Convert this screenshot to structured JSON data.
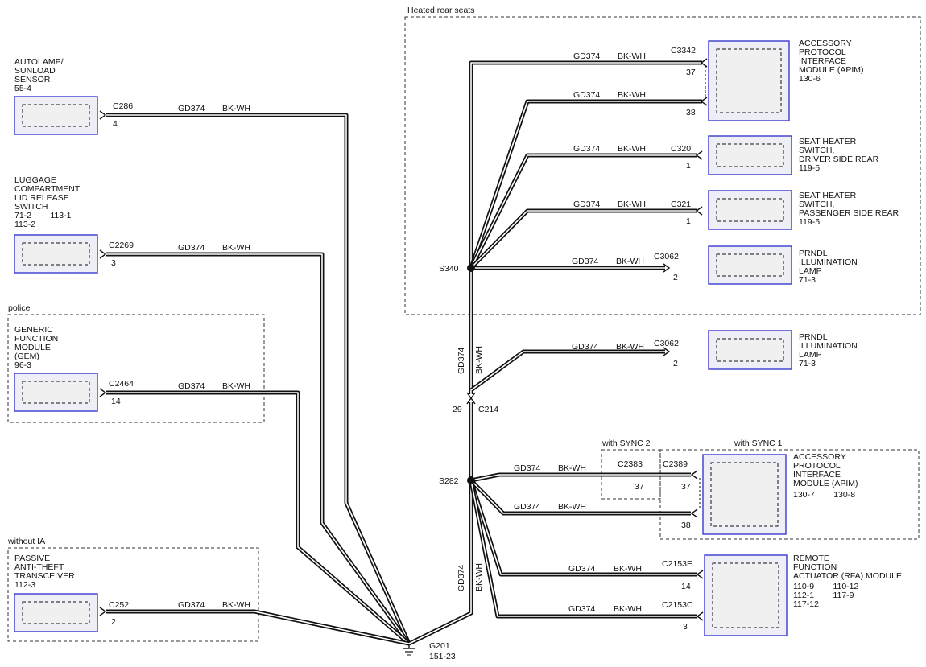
{
  "zones": {
    "heated_rear": "Heated rear seats",
    "police": "police",
    "without_ia": "without IA",
    "sync2": "with SYNC 2",
    "sync1": "with SYNC 1"
  },
  "circuit": "GD374",
  "color": "BK-WH",
  "modules": {
    "autolamp": {
      "lines": [
        "AUTOLAMP/",
        "SUNLOAD",
        "SENSOR",
        "55-4"
      ],
      "connector": "C286",
      "pin": "4"
    },
    "luggage": {
      "lines": [
        "LUGGAGE",
        "COMPARTMENT",
        "LID RELEASE",
        "SWITCH",
        "71-2        113-1",
        "113-2"
      ],
      "connector": "C2269",
      "pin": "3"
    },
    "gem": {
      "lines": [
        "GENERIC",
        "FUNCTION",
        "MODULE",
        "(GEM)",
        "96-3"
      ],
      "connector": "C2464",
      "pin": "14"
    },
    "pats": {
      "lines": [
        "PASSIVE",
        "ANTI-THEFT",
        "TRANSCEIVER",
        "112-3"
      ],
      "connector": "C252",
      "pin": "2"
    },
    "apim1": {
      "lines": [
        "ACCESSORY",
        "PROTOCOL",
        "INTERFACE",
        "MODULE (APIM)",
        "130-6"
      ],
      "connector": "C3342",
      "pin_a": "37",
      "pin_b": "38"
    },
    "seat_driver": {
      "lines": [
        "SEAT HEATER",
        "SWITCH,",
        "DRIVER SIDE REAR",
        "119-5"
      ],
      "connector": "C320",
      "pin": "1"
    },
    "seat_pass": {
      "lines": [
        "SEAT HEATER",
        "SWITCH,",
        "PASSENGER SIDE REAR",
        "119-5"
      ],
      "connector": "C321",
      "pin": "1"
    },
    "prndl1": {
      "lines": [
        "PRNDL",
        "ILLUMINATION",
        "LAMP",
        "71-3"
      ],
      "connector": "C3062",
      "pin": "2"
    },
    "prndl2": {
      "lines": [
        "PRNDL",
        "ILLUMINATION",
        "LAMP",
        "71-3"
      ],
      "connector": "C3062",
      "pin": "2"
    },
    "apim2": {
      "lines": [
        "ACCESSORY",
        "PROTOCOL",
        "INTERFACE",
        "MODULE (APIM)",
        "130-7        130-8"
      ],
      "connector_a": "C2383",
      "connector_b": "C2389",
      "pin_sync2": "37",
      "pin_a": "37",
      "pin_b": "38"
    },
    "rfa": {
      "lines": [
        "REMOTE",
        "FUNCTION",
        "ACTUATOR (RFA) MODULE",
        "110-9        110-12",
        "112-1        117-9",
        "117-12"
      ],
      "connector_a": "C2153E",
      "pin_a": "14",
      "connector_b": "C2153C",
      "pin_b": "3"
    }
  },
  "splices": {
    "s340": "S340",
    "s282": "S282"
  },
  "inline": {
    "connector": "C214",
    "pin": "29"
  },
  "ground": {
    "name": "G201",
    "ref": "151-23"
  }
}
